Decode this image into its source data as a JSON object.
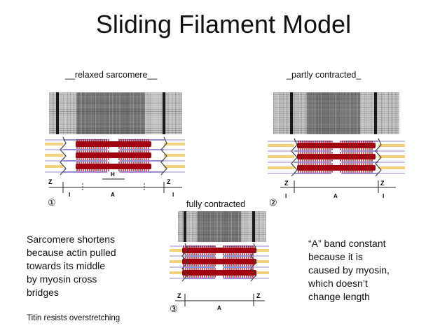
{
  "title": "Sliding Filament Model",
  "labels": {
    "relaxed": "__relaxed sarcomere__",
    "partly": "_partly contracted_",
    "fully": "fully contracted"
  },
  "left_note": {
    "lines": [
      "Sarcomere shortens",
      "because actin pulled",
      "towards its middle",
      "by myosin cross",
      "bridges"
    ],
    "titin": "Titin resists overstretching"
  },
  "right_note": {
    "lines": [
      "“A” band constant",
      "because it is",
      "caused by myosin,",
      "which doesn’t",
      "change length"
    ]
  },
  "panels": [
    {
      "id": "relaxed",
      "number": "①",
      "band_labels": {
        "z1": "Z",
        "z2": "Z",
        "i1": "I",
        "i2": "I",
        "a": "A",
        "h": "H"
      }
    },
    {
      "id": "partly",
      "number": "②",
      "band_labels": {
        "z1": "Z",
        "z2": "Z",
        "i1": "I",
        "i2": "I",
        "a": "A"
      }
    },
    {
      "id": "fully",
      "number": "③",
      "band_labels": {
        "z1": "Z",
        "z2": "Z",
        "a": "A"
      }
    }
  ],
  "colors": {
    "myosin": "#a00010",
    "actin": "#7a66cc",
    "titin": "#f2d27a",
    "zdisc": "#444444"
  }
}
